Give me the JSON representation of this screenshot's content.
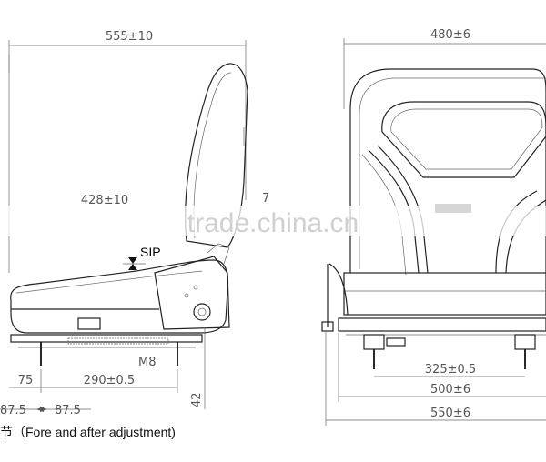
{
  "side_view": {
    "width_dim": "555±10",
    "height_dim": "428±10",
    "right_dim": "7",
    "sip_label": "SIP",
    "bolt_label": "M8",
    "dim_75": "75",
    "dim_290": "290±0.5",
    "dim_42": "42",
    "dim_87_left": "87.5",
    "dim_87_right": "87.5"
  },
  "front_view": {
    "width_dim": "480±6",
    "dim_325": "325±0.5",
    "dim_500": "500±6",
    "dim_550": "550±6"
  },
  "caption": "节（Fore and after adjustment)",
  "watermark": "trade.china.cn"
}
